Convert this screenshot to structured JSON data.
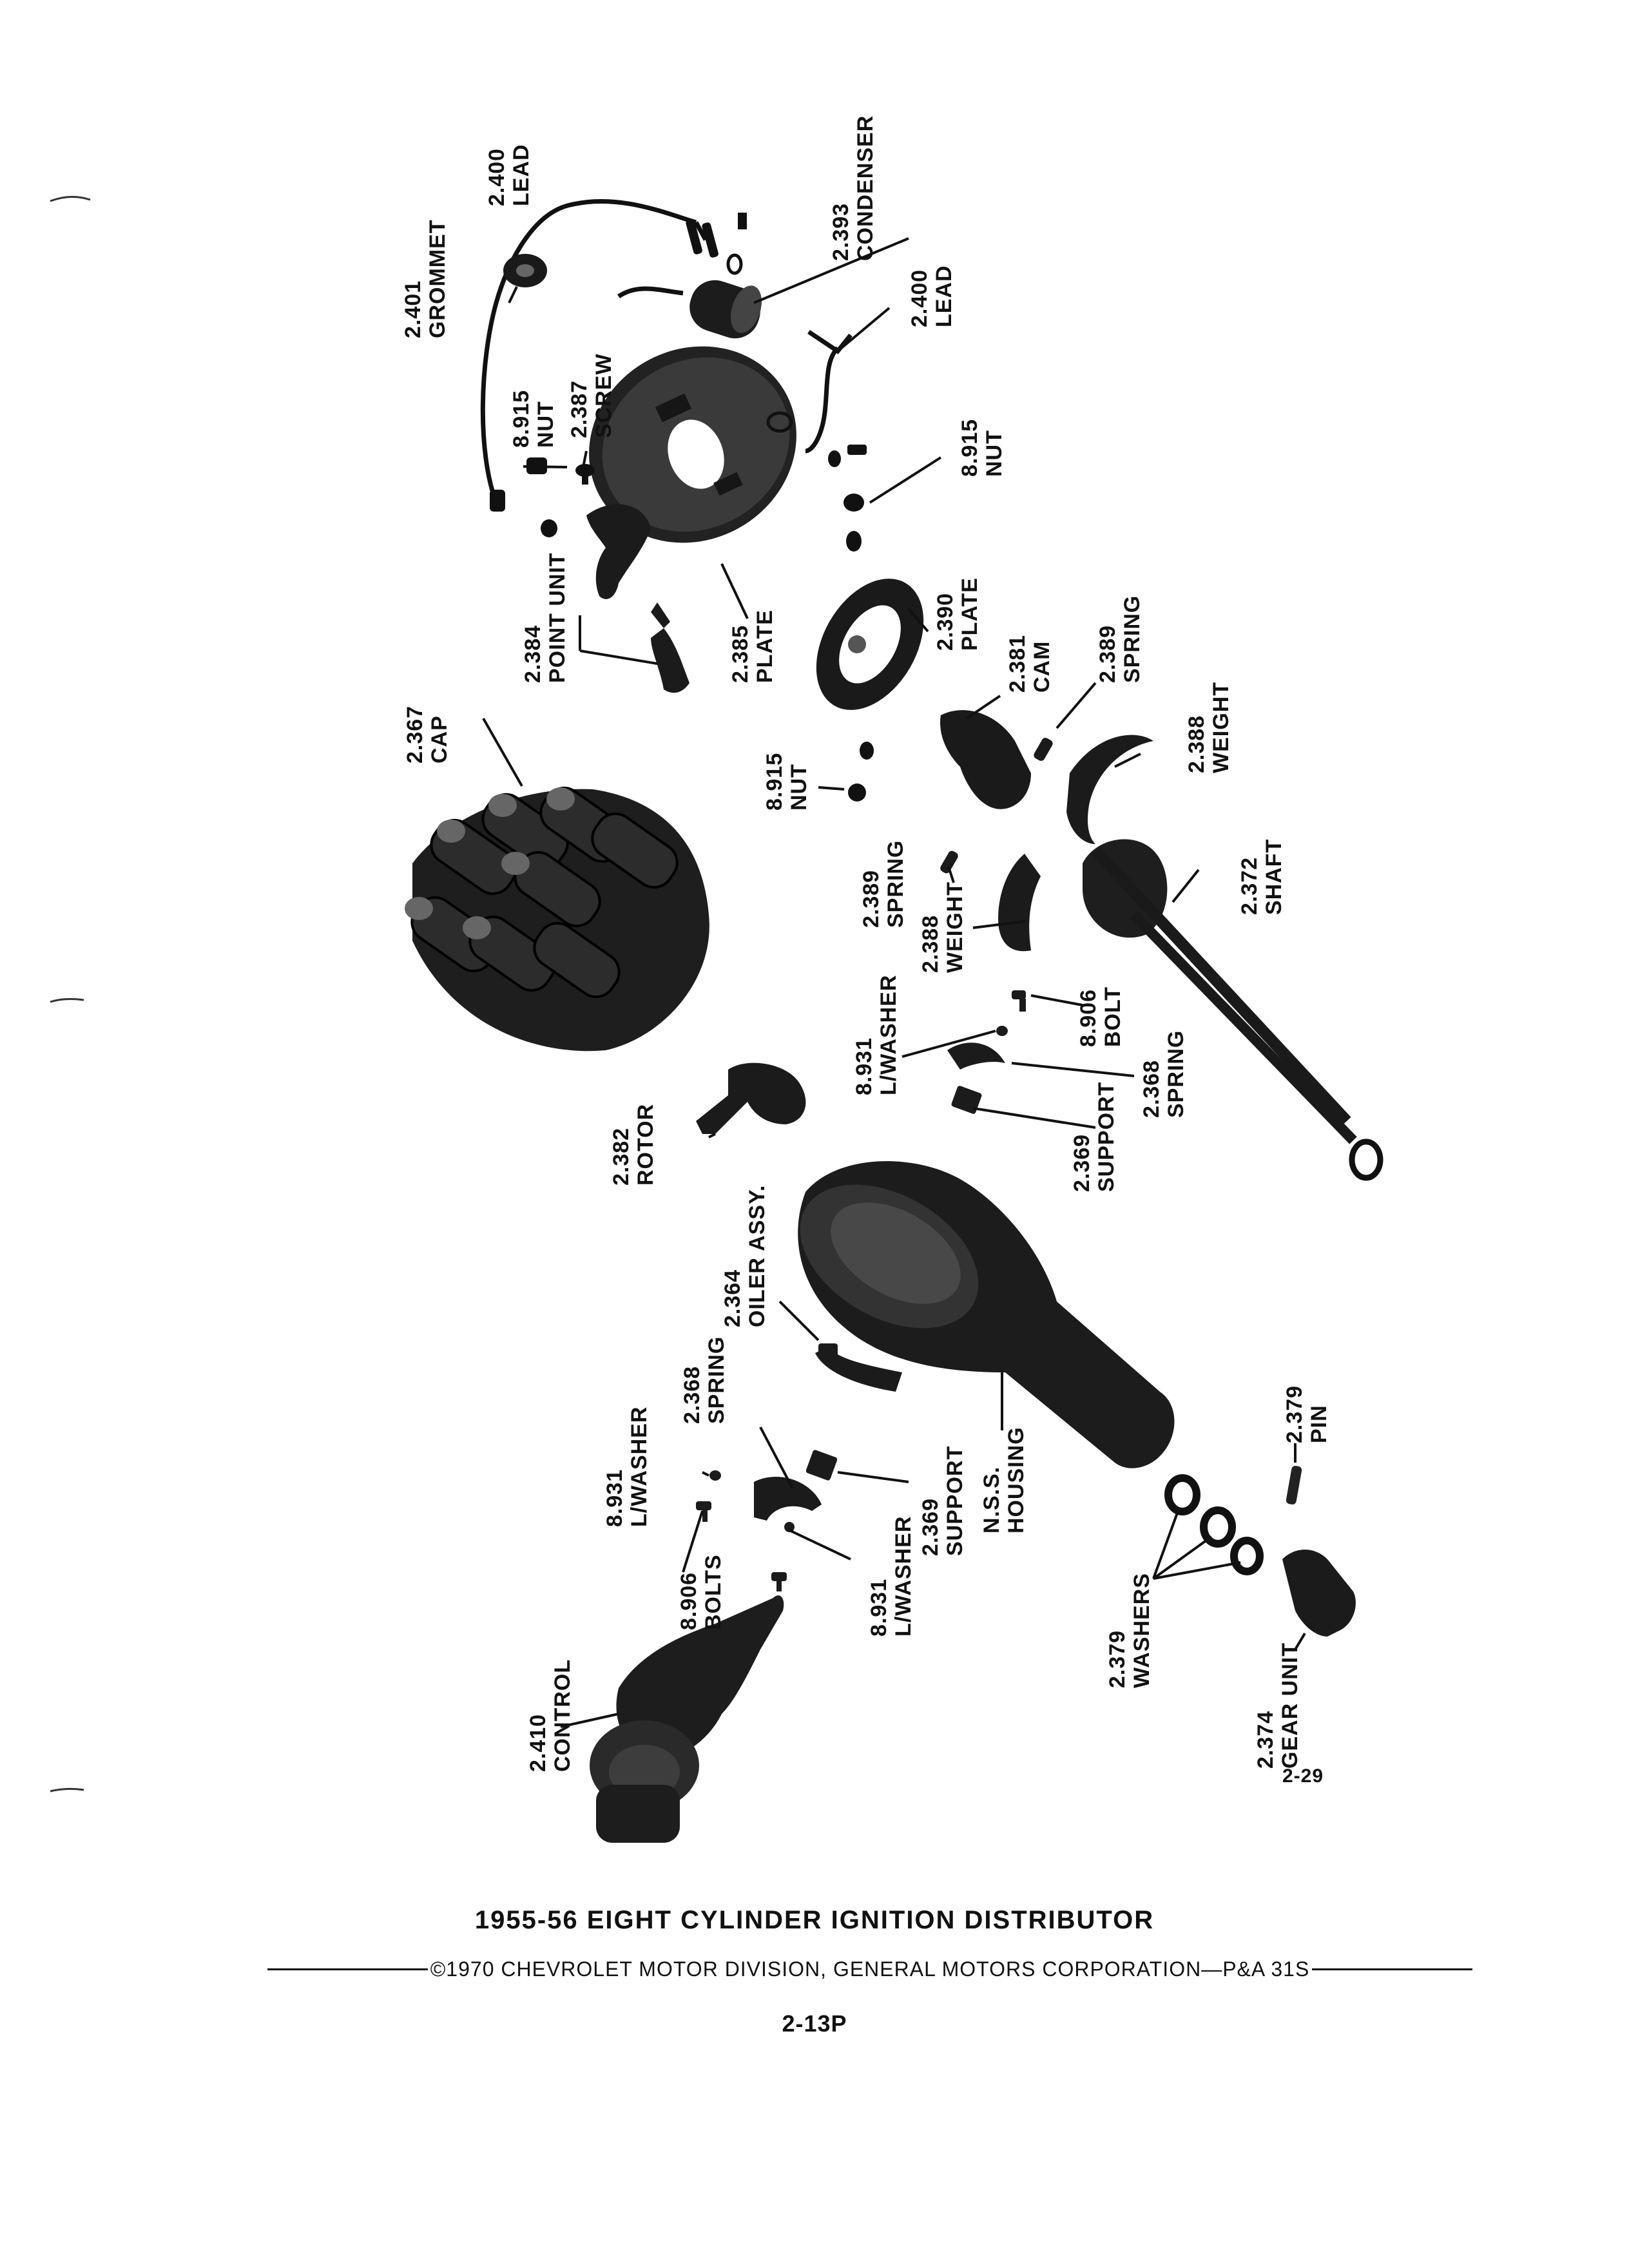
{
  "callouts": [
    {
      "id": "lead-top",
      "num": "2.400",
      "name": "LEAD"
    },
    {
      "id": "grommet",
      "num": "2.401",
      "name": "GROMMET"
    },
    {
      "id": "condenser",
      "num": "2.393",
      "name": "CONDENSER"
    },
    {
      "id": "lead-right",
      "num": "2.400",
      "name": "LEAD"
    },
    {
      "id": "nut-upper",
      "num": "8.915",
      "name": "NUT"
    },
    {
      "id": "screw",
      "num": "2.387",
      "name": "SCREW"
    },
    {
      "id": "nut-right",
      "num": "8.915",
      "name": "NUT"
    },
    {
      "id": "point-unit",
      "num": "2.384",
      "name": "POINT UNIT"
    },
    {
      "id": "plate-breaker",
      "num": "2.385",
      "name": "PLATE"
    },
    {
      "id": "plate-cam",
      "num": "2.390",
      "name": "PLATE"
    },
    {
      "id": "cam",
      "num": "2.381",
      "name": "CAM"
    },
    {
      "id": "spring-upper",
      "num": "2.389",
      "name": "SPRING"
    },
    {
      "id": "cap",
      "num": "2.367",
      "name": "CAP"
    },
    {
      "id": "weight-upper",
      "num": "2.388",
      "name": "WEIGHT"
    },
    {
      "id": "nut-lower",
      "num": "8.915",
      "name": "NUT"
    },
    {
      "id": "spring-lower",
      "num": "2.389",
      "name": "SPRING"
    },
    {
      "id": "weight-lower",
      "num": "2.388",
      "name": "WEIGHT"
    },
    {
      "id": "shaft",
      "num": "2.372",
      "name": "SHAFT"
    },
    {
      "id": "lwasher-upper",
      "num": "8.931",
      "name": "L/WASHER"
    },
    {
      "id": "bolt",
      "num": "8.906",
      "name": "BOLT"
    },
    {
      "id": "spring-mid",
      "num": "2.368",
      "name": "SPRING"
    },
    {
      "id": "rotor",
      "num": "2.382",
      "name": "ROTOR"
    },
    {
      "id": "support-upper",
      "num": "2.369",
      "name": "SUPPORT"
    },
    {
      "id": "oiler",
      "num": "2.364",
      "name": "OILER ASSY."
    },
    {
      "id": "spring-left",
      "num": "2.368",
      "name": "SPRING"
    },
    {
      "id": "lwasher-left",
      "num": "8.931",
      "name": "L/WASHER"
    },
    {
      "id": "pin",
      "num": "2.379",
      "name": "PIN"
    },
    {
      "id": "support-lower",
      "num": "2.369",
      "name": "SUPPORT"
    },
    {
      "id": "housing",
      "num": "N.S.S.",
      "name": "HOUSING"
    },
    {
      "id": "bolts",
      "num": "8.906",
      "name": "BOLTS"
    },
    {
      "id": "lwasher-lower",
      "num": "8.931",
      "name": "L/WASHER"
    },
    {
      "id": "washers",
      "num": "2.379",
      "name": "WASHERS"
    },
    {
      "id": "gear-unit",
      "num": "2.374",
      "name": "GEAR UNIT"
    },
    {
      "id": "control",
      "num": "2.410",
      "name": "CONTROL"
    }
  ],
  "figure_number": "2-29",
  "title": "1955-56 EIGHT CYLINDER IGNITION DISTRIBUTOR",
  "copyright": "©1970 CHEVROLET MOTOR DIVISION, GENERAL MOTORS CORPORATION—P&A 31S",
  "page_code": "2-13P"
}
